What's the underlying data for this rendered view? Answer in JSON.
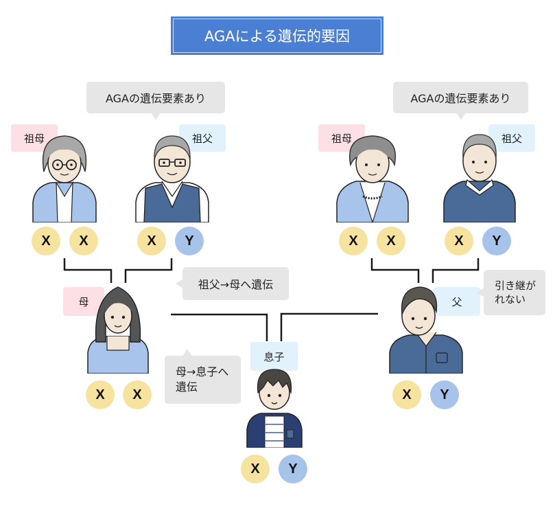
{
  "title": "AGAによる遺伝的要因",
  "colors": {
    "title_bg": "#4a7fd4",
    "bubble_bg": "#e6e6e6",
    "female_tag": "#fde0e6",
    "male_tag": "#e2f2fd",
    "x_chromosome": "#f7e3a0",
    "y_chromosome": "#a8c3ea"
  },
  "maternal_side": {
    "bubble": "AGAの遺伝要素あり",
    "grandmother": {
      "label": "祖母",
      "chromosomes": [
        "X",
        "X"
      ]
    },
    "grandfather": {
      "label": "祖父",
      "chromosomes": [
        "X",
        "Y"
      ]
    }
  },
  "paternal_side": {
    "bubble": "AGAの遺伝要素あり",
    "grandmother": {
      "label": "祖母",
      "chromosomes": [
        "X",
        "X"
      ]
    },
    "grandfather": {
      "label": "祖父",
      "chromosomes": [
        "X",
        "Y"
      ]
    }
  },
  "mother": {
    "label": "母",
    "chromosomes": [
      "X",
      "X"
    ],
    "bubble": "祖父→母へ遺伝"
  },
  "father": {
    "label": "父",
    "chromosomes": [
      "X",
      "Y"
    ],
    "bubble_line1": "引き継が",
    "bubble_line2": "れない"
  },
  "son": {
    "label": "息子",
    "chromosomes": [
      "X",
      "Y"
    ],
    "bubble_line1": "母→息子へ",
    "bubble_line2": "遺伝"
  }
}
